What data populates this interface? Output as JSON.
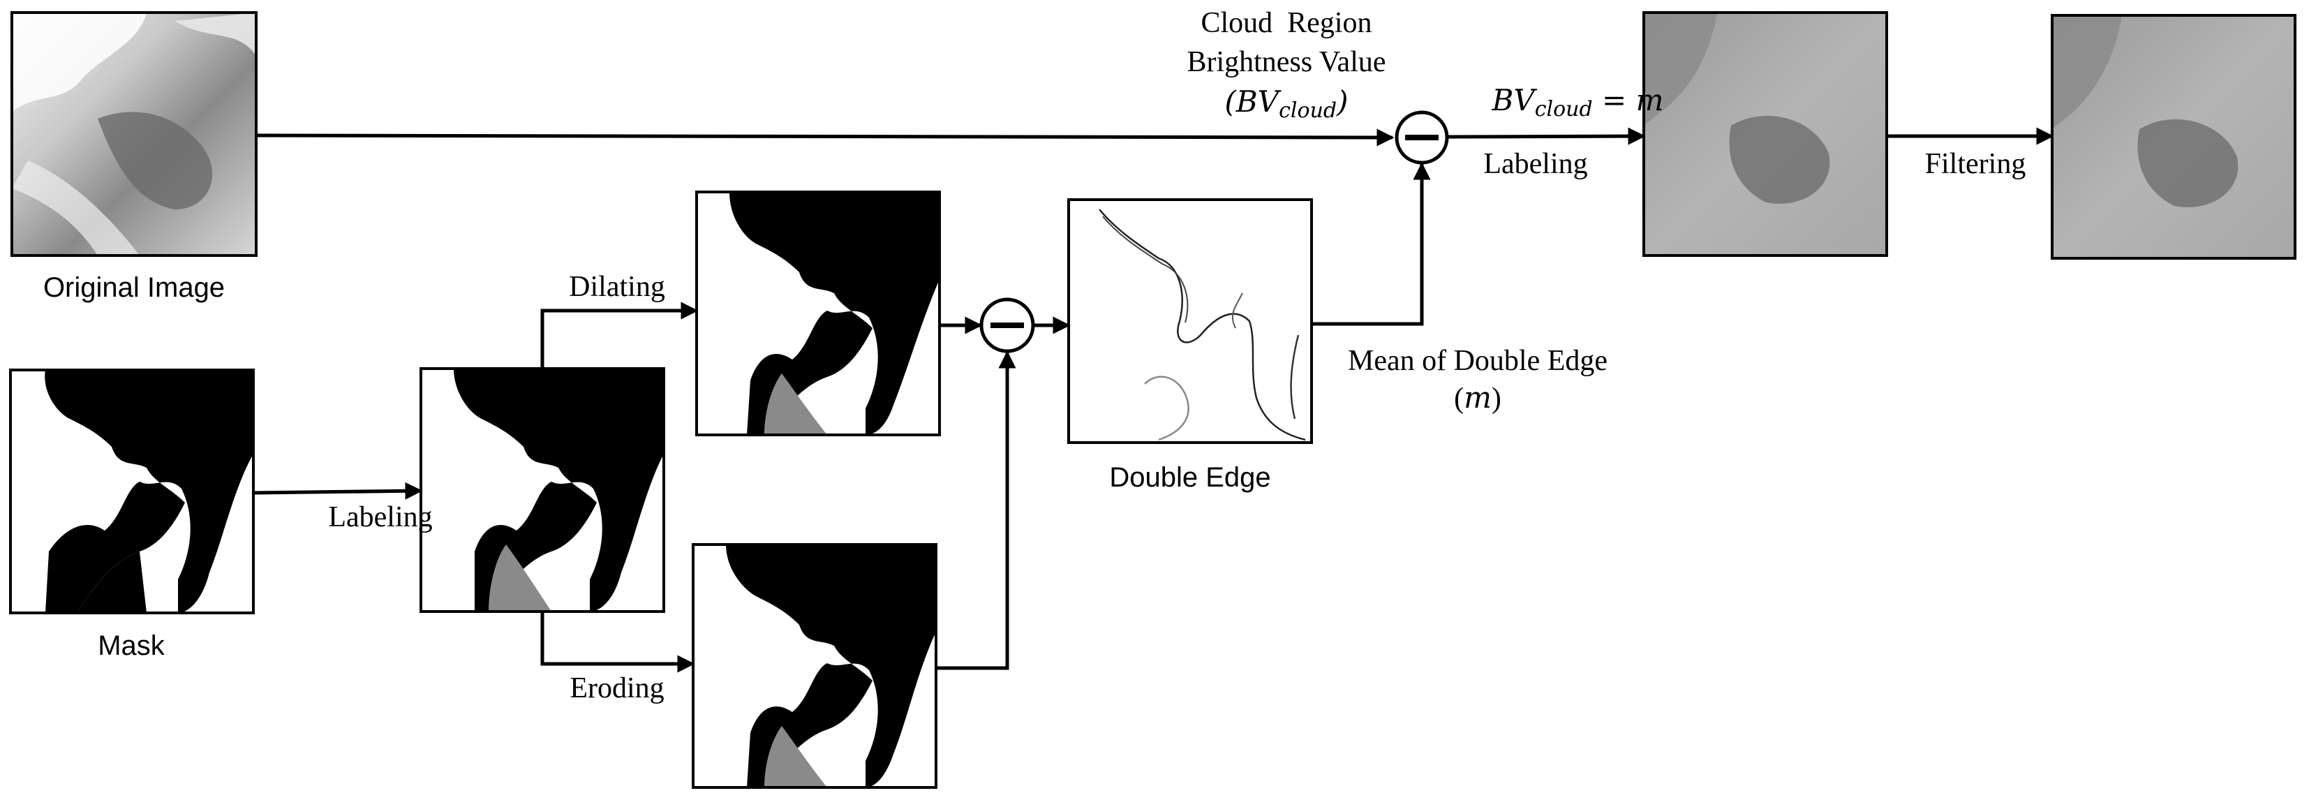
{
  "nodes": {
    "original_image": {
      "caption": "Original Image"
    },
    "mask": {
      "caption": "Mask"
    },
    "double_edge": {
      "caption": "Double Edge"
    }
  },
  "edges": {
    "mask_to_labeled": "Labeling",
    "to_dilated": "Dilating",
    "to_eroded": "Eroding",
    "double_edge_mean": {
      "line1": "Mean of Double Edge",
      "symbol": "m"
    },
    "cloud_brightness": {
      "line1": "Cloud  Region",
      "line2": "Brightness Value",
      "symbol_open": "(BV",
      "symbol_sub": "cloud",
      "symbol_close": ")"
    },
    "assign": {
      "lhs": "BV",
      "lhs_sub": "cloud",
      "rhs": " = m"
    },
    "labeling_result": "Labeling",
    "filtering": "Filtering"
  },
  "operators": {
    "subtract_symbol": "minus"
  }
}
